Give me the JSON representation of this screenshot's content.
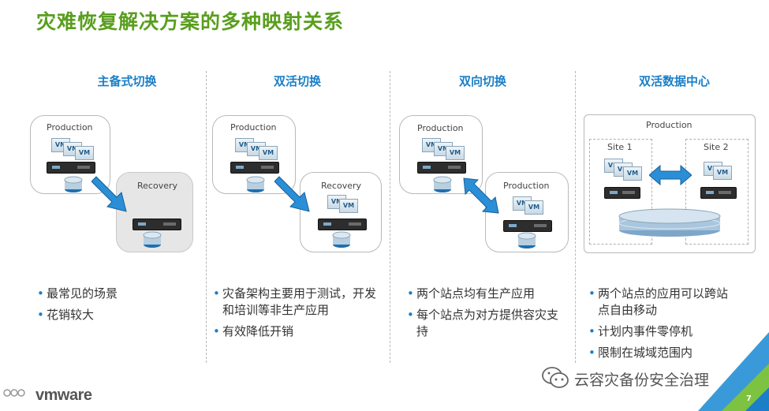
{
  "title": "灾难恢复解决方案的多种映射关系",
  "columns": [
    {
      "title": "主备式切换",
      "boxes": [
        "Production",
        "Recovery"
      ],
      "bullets": [
        "最常见的场景",
        "花销较大"
      ]
    },
    {
      "title": "双活切换",
      "boxes": [
        "Production",
        "Recovery"
      ],
      "bullets": [
        "灾备架构主要用于测试，开发和培训等非生产应用",
        "有效降低开销"
      ]
    },
    {
      "title": "双向切换",
      "boxes": [
        "Production",
        "Production"
      ],
      "bullets": [
        "两个站点均有生产应用",
        "每个站点为对方提供容灾支持"
      ]
    },
    {
      "title": "双活数据中心",
      "boxes": [
        "Production",
        "Site 1",
        "Site 2"
      ],
      "bullets": [
        "两个站点的应用可以跨站点自由移动",
        "计划内事件零停机",
        "限制在城域范围内"
      ]
    }
  ],
  "vm_label": "VM",
  "footer": {
    "logo": "vmware",
    "watermark": "云容灾备份安全治理",
    "page": "7"
  },
  "colors": {
    "title": "#5a9e1e",
    "accent": "#1a7fc7",
    "arrow": "#2a8fd6"
  }
}
